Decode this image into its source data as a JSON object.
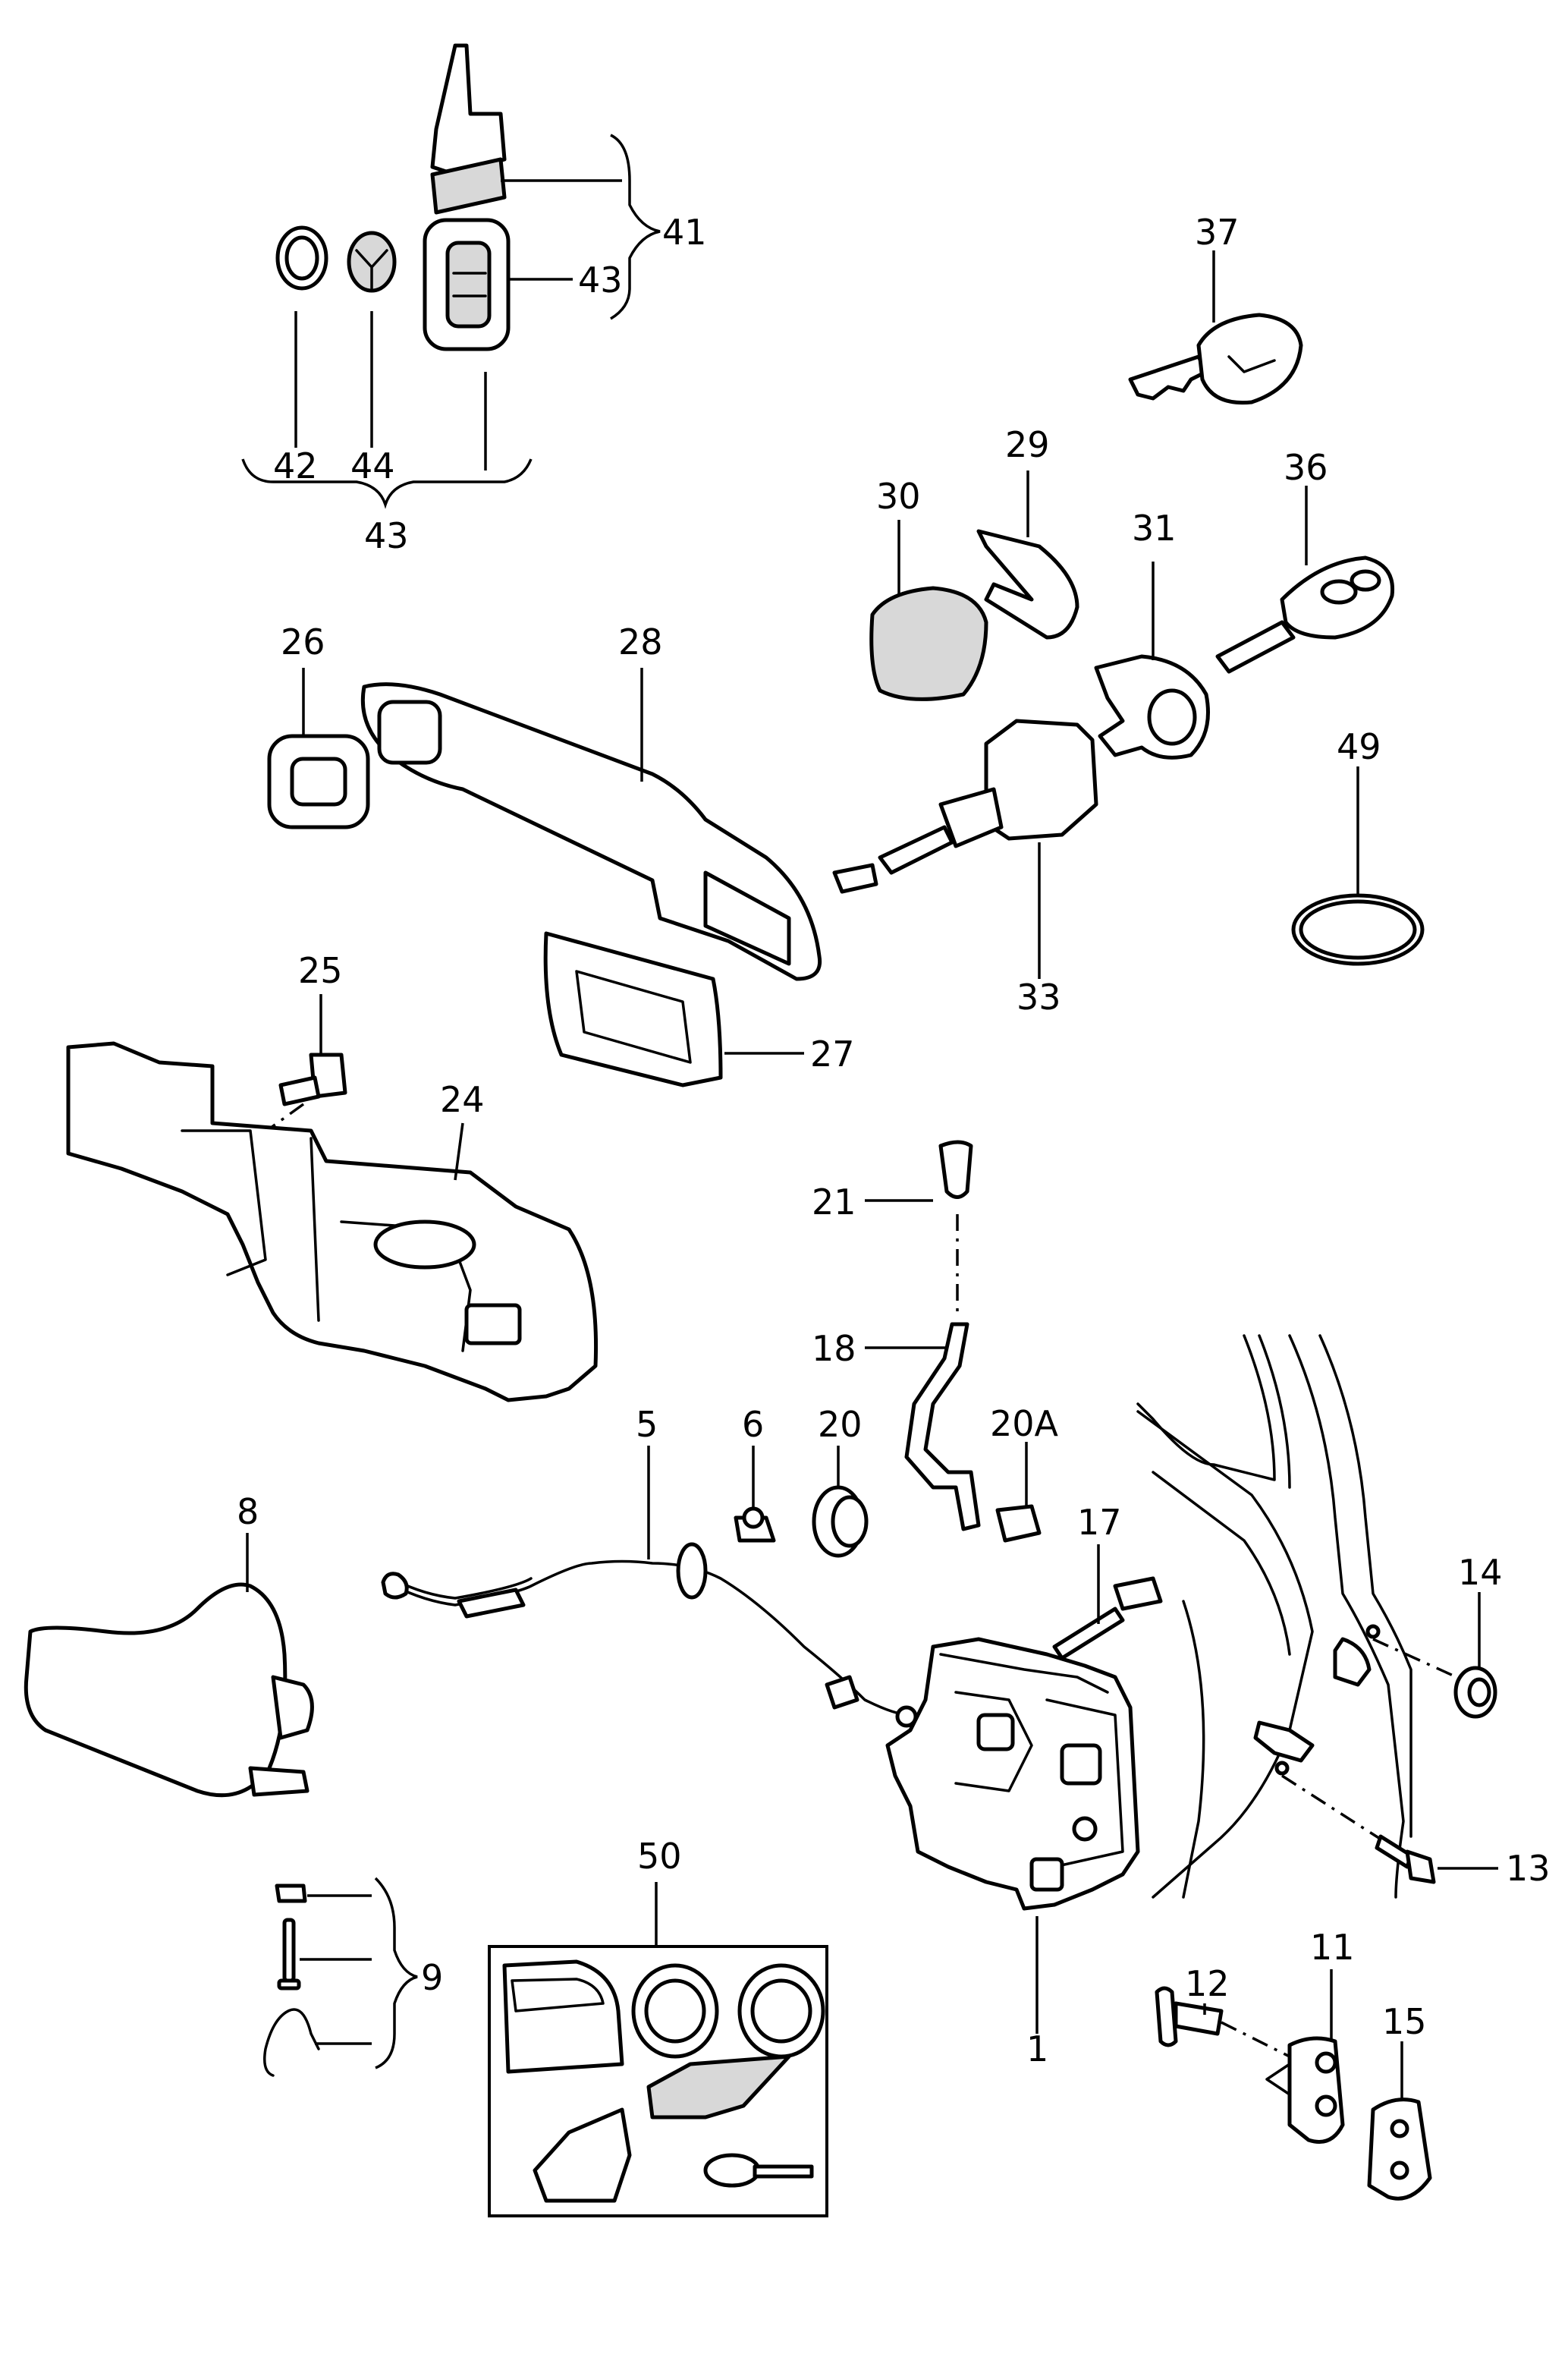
{
  "diagram": {
    "callouts": {
      "c1": "1",
      "c5": "5",
      "c6": "6",
      "c8": "8",
      "c9": "9",
      "c11": "11",
      "c12": "12",
      "c13": "13",
      "c14": "14",
      "c15": "15",
      "c17": "17",
      "c18": "18",
      "c20": "20",
      "c20a": "20A",
      "c21": "21",
      "c24": "24",
      "c25": "25",
      "c26": "26",
      "c27": "27",
      "c28": "28",
      "c29": "29",
      "c30": "30",
      "c31": "31",
      "c33": "33",
      "c36": "36",
      "c37": "37",
      "c41": "41",
      "c42": "42",
      "c43a": "43",
      "c43b": "43",
      "c44": "44",
      "c49": "49",
      "c50": "50"
    }
  }
}
